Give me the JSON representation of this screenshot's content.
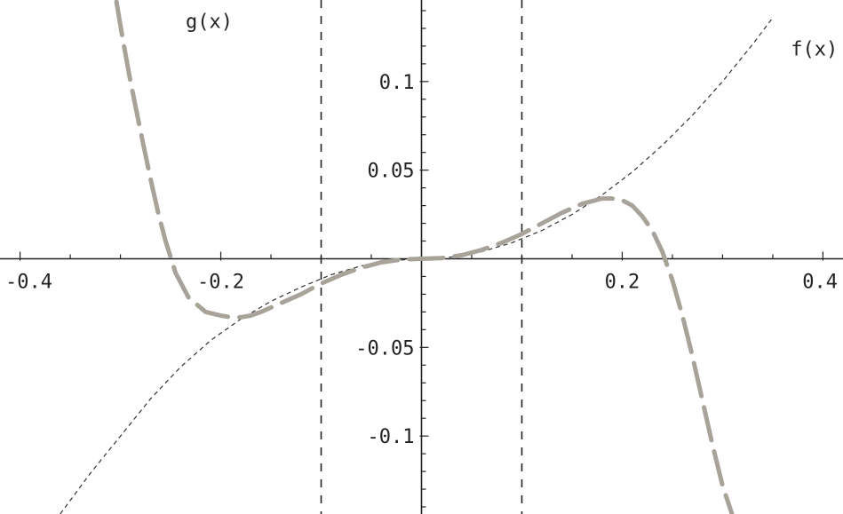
{
  "chart_data": {
    "type": "line",
    "title": "",
    "xlabel": "",
    "ylabel": "",
    "xlim": [
      -0.42,
      0.42
    ],
    "ylim": [
      -0.144,
      0.146
    ],
    "grid": false,
    "x_ticks": [
      {
        "value": -0.4,
        "label": "-0.4"
      },
      {
        "value": -0.2,
        "label": "-0.2"
      },
      {
        "value": 0.2,
        "label": "0.2"
      },
      {
        "value": 0.4,
        "label": "0.4"
      }
    ],
    "y_ticks": [
      {
        "value": 0.1,
        "label": "0.1"
      },
      {
        "value": 0.05,
        "label": "0.05"
      },
      {
        "value": -0.05,
        "label": "-0.05"
      },
      {
        "value": -0.1,
        "label": "-0.1"
      }
    ],
    "x_minor_ticks": [
      -0.35,
      -0.3,
      -0.25,
      -0.15,
      -0.1,
      -0.05,
      0.05,
      0.1,
      0.15,
      0.25,
      0.3,
      0.35
    ],
    "y_minor_ticks": [
      -0.14,
      -0.13,
      -0.12,
      -0.11,
      -0.09,
      -0.08,
      -0.07,
      -0.06,
      -0.04,
      -0.03,
      -0.02,
      -0.01,
      0.01,
      0.02,
      0.03,
      0.04,
      0.06,
      0.07,
      0.08,
      0.09,
      0.11,
      0.12,
      0.13,
      0.14
    ],
    "vertical_lines": [
      -0.1,
      0.1
    ],
    "series": [
      {
        "name": "f(x)",
        "color": "#333333",
        "style": "thin-dashed",
        "x": [
          -0.36,
          -0.33,
          -0.3,
          -0.27,
          -0.24,
          -0.21,
          -0.18,
          -0.15,
          -0.12,
          -0.09,
          -0.06,
          -0.03,
          0,
          0.03,
          0.06,
          0.09,
          0.12,
          0.15,
          0.18,
          0.21,
          0.24,
          0.27,
          0.3,
          0.33,
          0.35
        ],
        "y": [
          -0.144,
          -0.121,
          -0.1,
          -0.079,
          -0.061,
          -0.046,
          -0.034,
          -0.024,
          -0.016,
          -0.009,
          -0.004,
          -0.001,
          0,
          0.001,
          0.004,
          0.009,
          0.016,
          0.025,
          0.036,
          0.049,
          0.064,
          0.081,
          0.1,
          0.121,
          0.136
        ]
      },
      {
        "name": "g(x)",
        "color": "#a8a399",
        "style": "thick-long-dash",
        "x": [
          -0.304,
          -0.298,
          -0.29,
          -0.28,
          -0.27,
          -0.262,
          -0.255,
          -0.245,
          -0.232,
          -0.215,
          -0.2,
          -0.19,
          -0.18,
          -0.17,
          -0.16,
          -0.14,
          -0.12,
          -0.1,
          -0.08,
          -0.06,
          -0.04,
          -0.02,
          0,
          0.02,
          0.04,
          0.06,
          0.08,
          0.1,
          0.12,
          0.14,
          0.16,
          0.18,
          0.19,
          0.2,
          0.21,
          0.22,
          0.23,
          0.24,
          0.25,
          0.26,
          0.27,
          0.28,
          0.29,
          0.3,
          0.31
        ],
        "y": [
          0.145,
          0.125,
          0.1,
          0.072,
          0.045,
          0.025,
          0.01,
          -0.008,
          -0.022,
          -0.03,
          -0.032,
          -0.033,
          -0.033,
          -0.032,
          -0.03,
          -0.025,
          -0.02,
          -0.014,
          -0.009,
          -0.005,
          -0.002,
          -0.0004,
          0,
          0.0004,
          0.002,
          0.005,
          0.009,
          0.014,
          0.02,
          0.026,
          0.031,
          0.034,
          0.034,
          0.033,
          0.03,
          0.024,
          0.016,
          0.004,
          -0.012,
          -0.032,
          -0.055,
          -0.08,
          -0.105,
          -0.128,
          -0.145
        ]
      }
    ],
    "annotations": [
      {
        "text": "f(x)",
        "x": 0.368,
        "y": 0.1147
      },
      {
        "text": "g(x)",
        "x": -0.235,
        "y": 0.1303
      }
    ]
  }
}
